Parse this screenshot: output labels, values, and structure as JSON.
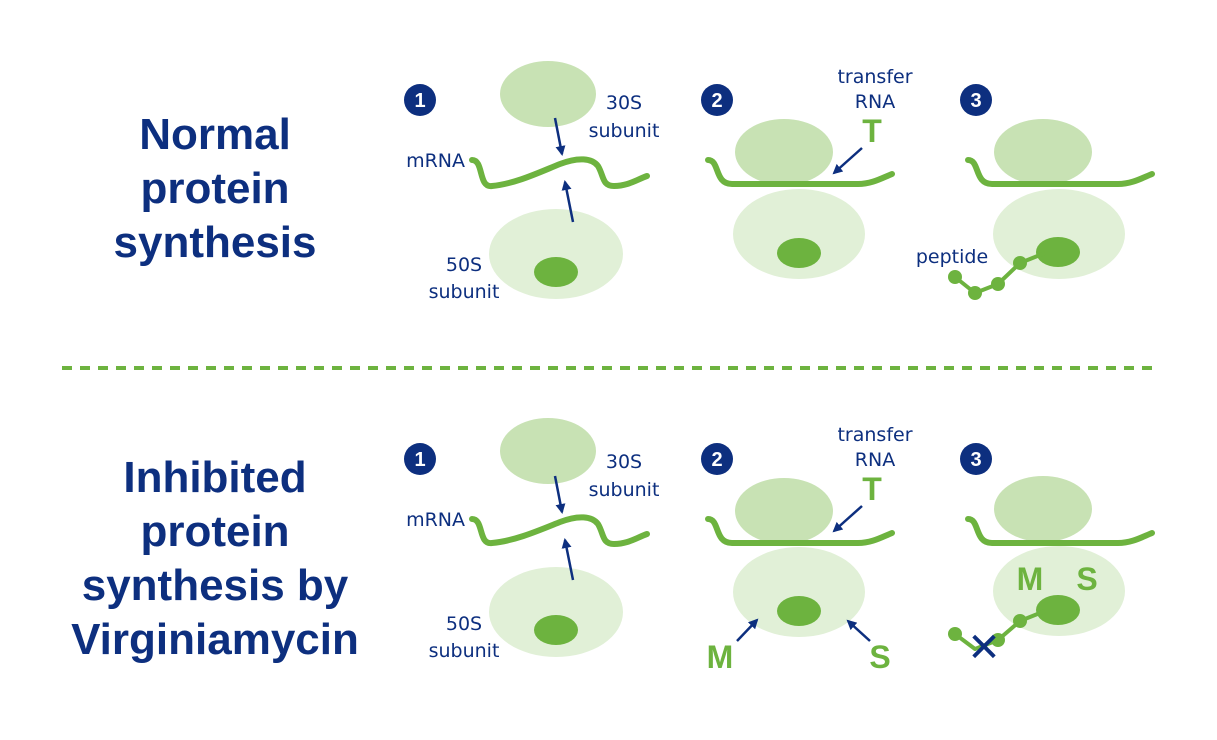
{
  "sections": {
    "normal": {
      "title_lines": [
        "Normal",
        "protein",
        "synthesis"
      ],
      "steps": {
        "s1": {
          "number": "1",
          "label_30s": [
            "30S",
            "subunit"
          ],
          "label_mrna": "mRNA",
          "label_50s": [
            "50S",
            "subunit"
          ]
        },
        "s2": {
          "number": "2",
          "label_trna": [
            "transfer",
            "RNA"
          ],
          "trna_symbol": "T"
        },
        "s3": {
          "number": "3",
          "label_peptide": "peptide"
        }
      }
    },
    "inhibited": {
      "title_lines": [
        "Inhibited",
        "protein",
        "synthesis by",
        "Virginiamycin"
      ],
      "steps": {
        "s1": {
          "number": "1",
          "label_30s": [
            "30S",
            "subunit"
          ],
          "label_mrna": "mRNA",
          "label_50s": [
            "50S",
            "subunit"
          ]
        },
        "s2": {
          "number": "2",
          "label_trna": [
            "transfer",
            "RNA"
          ],
          "trna_symbol": "T",
          "label_m": "M",
          "label_s": "S"
        },
        "s3": {
          "number": "3",
          "label_m": "M",
          "label_s": "S",
          "block_mark": "✕"
        }
      }
    }
  },
  "colors": {
    "navy": "#0d2f7f",
    "green": "#6db33f",
    "subunit_30s": "#c8e2b4",
    "subunit_50s": "#e1f0d7"
  }
}
